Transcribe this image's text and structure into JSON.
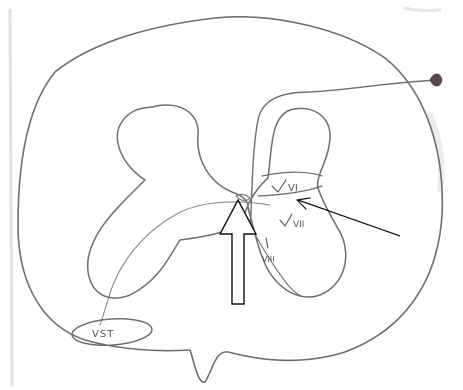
{
  "diagram": {
    "labels": {
      "lamina_vi": "VI",
      "lamina_vii": "VII",
      "lamina_viii": "VIII",
      "tract": "VST"
    },
    "colors": {
      "paper": "#ffffff",
      "pencil": "#6f6f6f",
      "pencil_dark": "#555555",
      "fiber": "#7a6a6a",
      "arrow": "#111111",
      "smudge": "#e6e6e6"
    }
  }
}
